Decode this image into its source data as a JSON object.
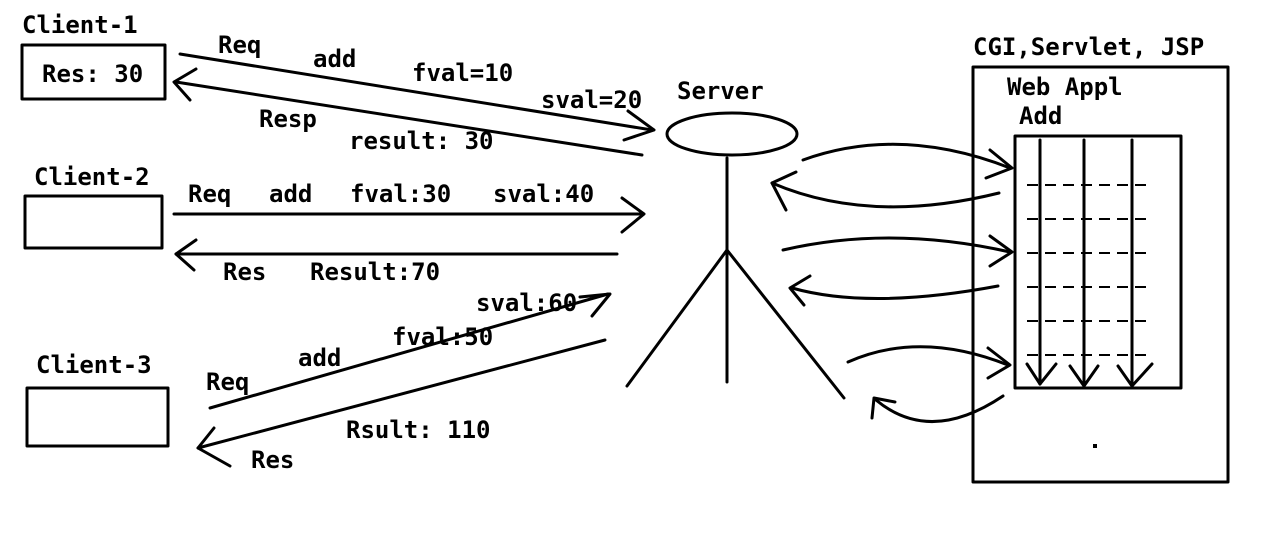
{
  "clients": [
    {
      "label": "Client-1",
      "box_text": "Res: 30",
      "req": "Req",
      "op": "add",
      "fval": "fval=10",
      "sval": "sval=20",
      "resp": "Resp",
      "result": "result: 30"
    },
    {
      "label": "Client-2",
      "box_text": "",
      "req": "Req",
      "op": "add",
      "fval": "fval:30",
      "sval": "sval:40",
      "resp": "Res",
      "result": "Result:70"
    },
    {
      "label": "Client-3",
      "box_text": "",
      "req": "Req",
      "op": "add",
      "fval": "fval:50",
      "sval": "sval:60",
      "resp": "Res",
      "result": "Rsult: 110"
    }
  ],
  "server": {
    "label": "Server"
  },
  "container": {
    "title": "CGI,Servlet, JSP",
    "app_label": "Web Appl",
    "app_name": "Add"
  }
}
